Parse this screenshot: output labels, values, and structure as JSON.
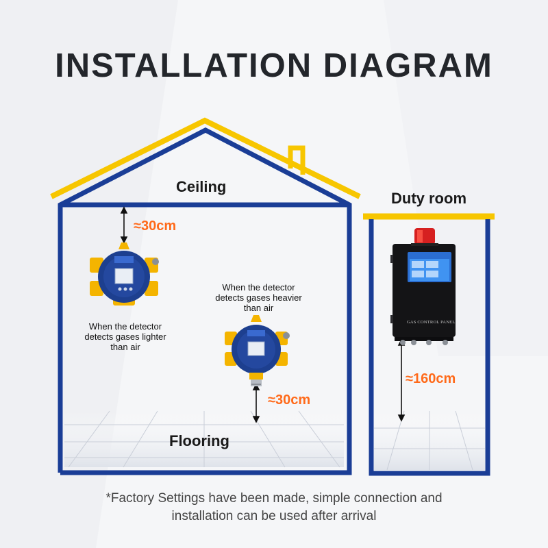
{
  "title": "INSTALLATION DIAGRAM",
  "labels": {
    "ceiling": "Ceiling",
    "flooring": "Flooring",
    "duty_room": "Duty room",
    "panel_text": "GAS CONTROL PANEL"
  },
  "distances": {
    "ceiling_gap": "≈30cm",
    "floor_gap": "≈30cm",
    "panel_height": "≈160cm"
  },
  "notes": {
    "lighter": [
      "When the detector",
      "detects gases lighter",
      "than air"
    ],
    "heavier": [
      "When the detector",
      "detects gases heavier",
      "than air"
    ]
  },
  "footer": {
    "line1": "*Factory Settings have been made, simple connection and",
    "line2": "installation can be used after arrival"
  },
  "colors": {
    "wall_blue": "#1a3d96",
    "roof_yellow": "#f7c600",
    "accent_orange": "#ff6a1a",
    "detector_yellow": "#f4b400",
    "alarm_red": "#d62020"
  },
  "icons": [
    "gas-detector-icon",
    "control-panel-icon",
    "alarm-light-icon"
  ]
}
